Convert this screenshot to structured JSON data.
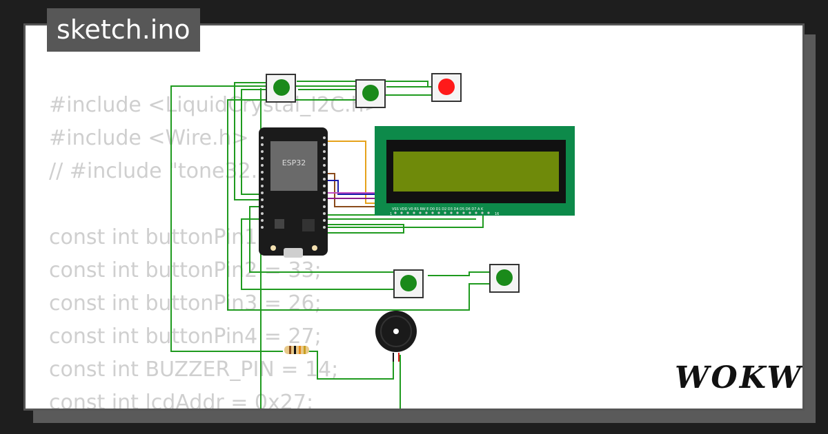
{
  "header": {
    "title": "sketch.ino"
  },
  "code_lines": [
    "#include <LiquidCrystal_I2C.h>",
    "#include <Wire.h>",
    "// #include \"tone32.h\"",
    "",
    "const int buttonPin1 = 25;",
    "const int buttonPin2 = 33;",
    "const int buttonPin3 = 26;",
    "const int buttonPin4 = 27;",
    "const int BUZZER_PIN = 14;",
    "const int lcdAddr = 0x27;"
  ],
  "circuit": {
    "esp32_label": "ESP32",
    "lcd_pin_labels": "VSS VDD V0 RS RW E D0 D1 D2 D3 D4 D5 D6 D7 A K",
    "lcd_pin_first": "1",
    "lcd_pin_last": "16",
    "button_green_color": "#1a8a1a",
    "button_red_color": "#ff1a1a",
    "lcd_pcb_color": "#0d8a4a",
    "lcd_screen_color": "#6f8a0a"
  },
  "brand": {
    "logo": "WOKWi"
  }
}
